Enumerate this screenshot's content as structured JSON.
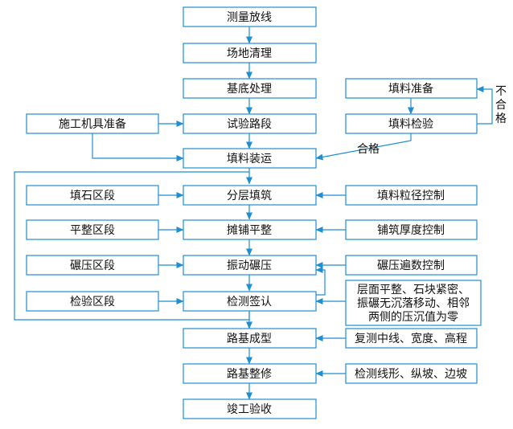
{
  "main_flow": [
    "测量放线",
    "场地清理",
    "基底处理",
    "试验路段",
    "填料装运",
    "分层填筑",
    "摊铺平整",
    "振动碾压",
    "检测签认",
    "路基成型",
    "路基整修",
    "竣工验收"
  ],
  "right_top": {
    "prep": "填料准备",
    "check": "填料检验",
    "fail_label": "不合格",
    "pass_label": "合格"
  },
  "left_boxes": {
    "equipment": "施工机具准备",
    "fill_stone": "填石区段",
    "leveling": "平整区段",
    "rolling": "碾压区段",
    "inspection": "检验区段"
  },
  "right_controls": {
    "particle": "填料粒径控制",
    "thickness": "铺筑厚度控制",
    "passes": "碾压遍数控制",
    "criteria": [
      "层面平整、石块紧密、",
      "振碾无沉落移动、相邻",
      "两侧的压沉值为零"
    ],
    "centerline": "复测中线、宽度、高程",
    "alignment": "检测线形、纵坡、边坡"
  },
  "colors": {
    "line": "#1f8fd0",
    "text": "#111111"
  }
}
